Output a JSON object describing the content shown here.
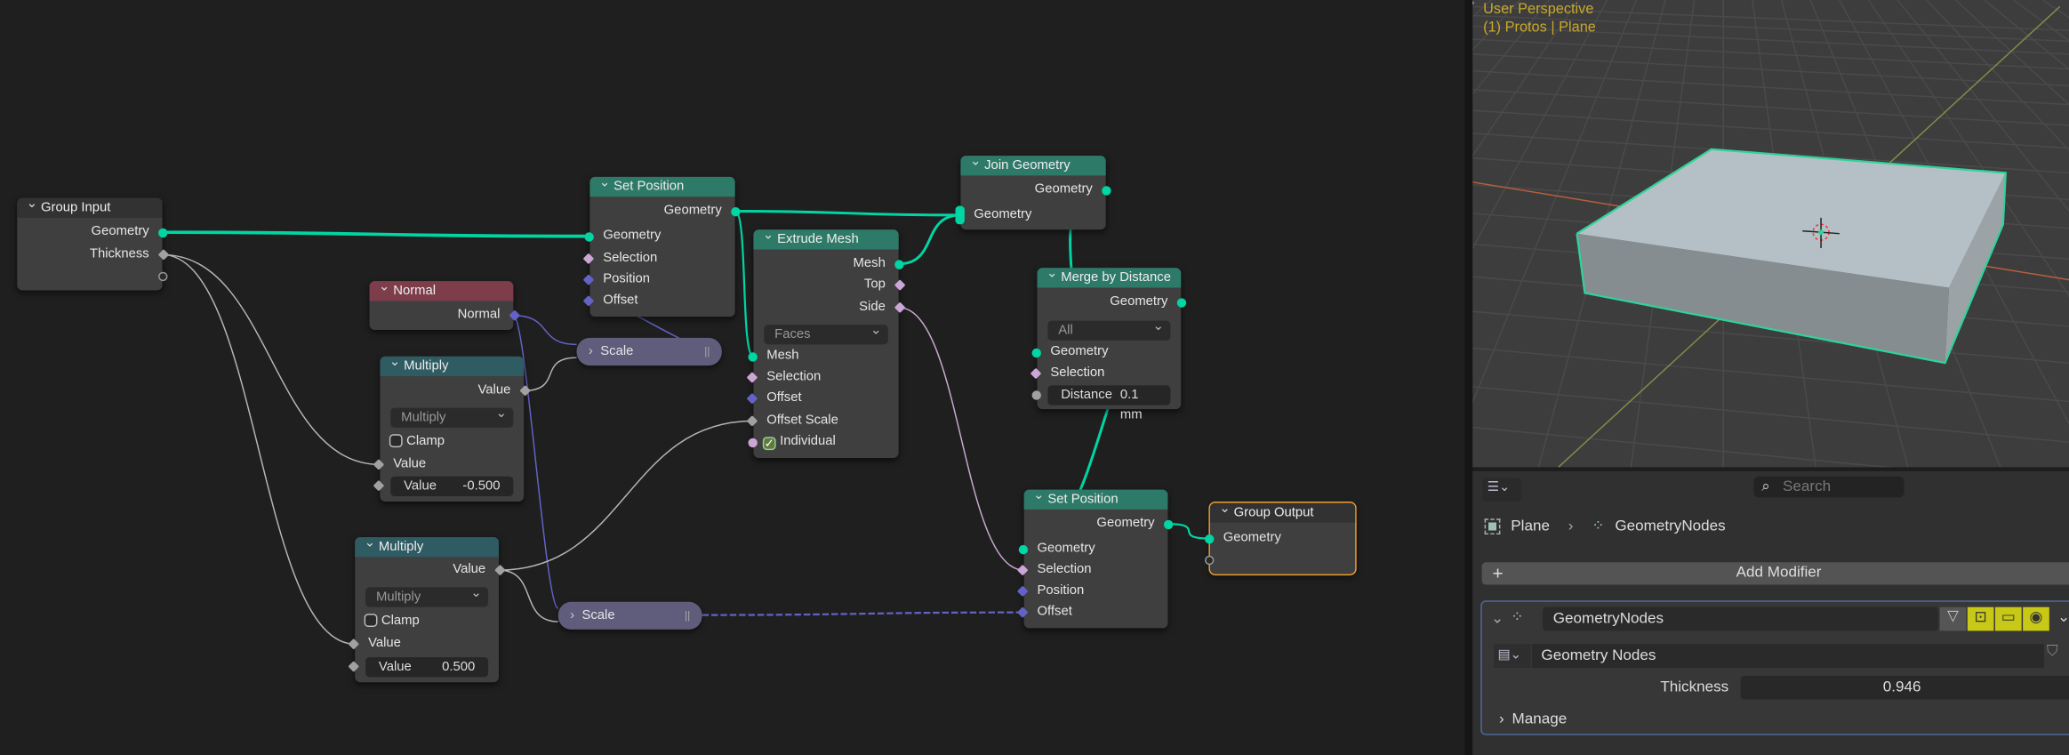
{
  "node_editor": {
    "group_input": {
      "title": "Group Input",
      "outputs": [
        "Geometry",
        "Thickness"
      ]
    },
    "set_position_1": {
      "title": "Set Position",
      "output": "Geometry",
      "inputs": [
        "Geometry",
        "Selection",
        "Position",
        "Offset"
      ]
    },
    "normal": {
      "title": "Normal",
      "output": "Normal"
    },
    "multiply_1": {
      "title": "Multiply",
      "output": "Value",
      "operation": "Multiply",
      "clamp_label": "Clamp",
      "clamp": false,
      "input": "Value",
      "value_label": "Value",
      "value": "-0.500"
    },
    "multiply_2": {
      "title": "Multiply",
      "output": "Value",
      "operation": "Multiply",
      "clamp_label": "Clamp",
      "clamp": false,
      "input": "Value",
      "value_label": "Value",
      "value": "0.500"
    },
    "scale_1": {
      "title": "Scale"
    },
    "scale_2": {
      "title": "Scale"
    },
    "extrude_mesh": {
      "title": "Extrude Mesh",
      "outputs": [
        "Mesh",
        "Top",
        "Side"
      ],
      "mode": "Faces",
      "inputs": [
        "Mesh",
        "Selection",
        "Offset",
        "Offset Scale"
      ],
      "individual_label": "Individual",
      "individual": true
    },
    "join_geometry": {
      "title": "Join Geometry",
      "output": "Geometry",
      "input": "Geometry"
    },
    "merge_by_distance": {
      "title": "Merge by Distance",
      "output": "Geometry",
      "mode": "All",
      "inputs": [
        "Geometry",
        "Selection"
      ],
      "distance_label": "Distance",
      "distance": "0.1 mm"
    },
    "set_position_2": {
      "title": "Set Position",
      "output": "Geometry",
      "inputs": [
        "Geometry",
        "Selection",
        "Position",
        "Offset"
      ]
    },
    "group_output": {
      "title": "Group Output",
      "input": "Geometry"
    }
  },
  "viewport": {
    "view_name": "User Perspective",
    "object_info": "(1) Protos | Plane"
  },
  "properties": {
    "search_placeholder": "Search",
    "breadcrumb": {
      "object": "Plane",
      "modifier": "GeometryNodes"
    },
    "add_modifier": "Add Modifier",
    "modifier": {
      "name": "GeometryNodes",
      "node_group": "Geometry Nodes",
      "thickness_label": "Thickness",
      "thickness": "0.946",
      "manage_label": "Manage"
    }
  },
  "colors": {
    "geometry_socket": "#00d6a3",
    "vector_socket": "#6363c7",
    "float_socket": "#a1a1a1",
    "selection_outline": "#2fd39a",
    "viewport_text": "#c9a82a"
  }
}
